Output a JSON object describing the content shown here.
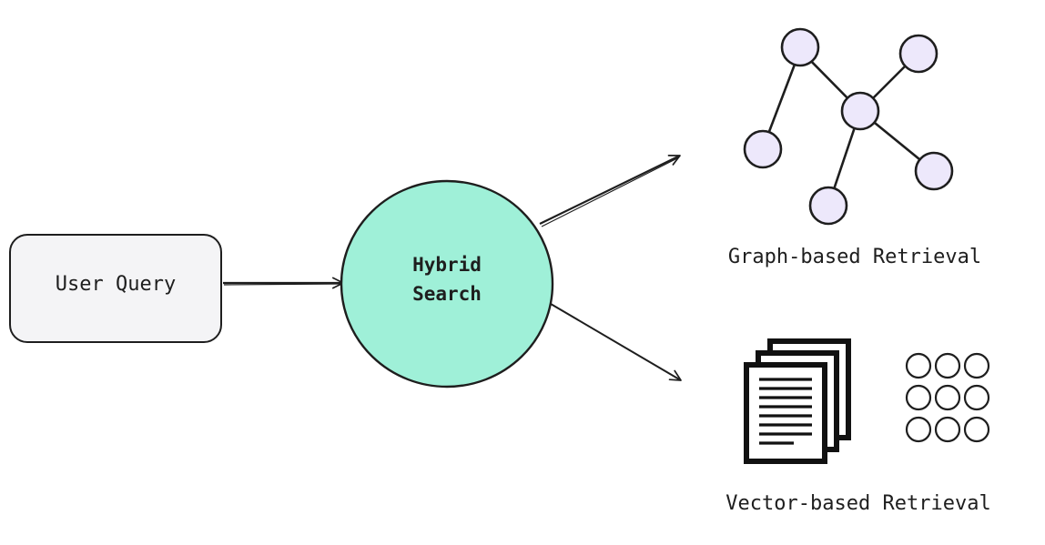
{
  "diagram": {
    "nodes": {
      "user_query": {
        "label": "User Query"
      },
      "hybrid_search": {
        "label_line1": "Hybrid",
        "label_line2": "Search",
        "fill": "#9ff0d8"
      },
      "graph_retrieval": {
        "label": "Graph-based Retrieval",
        "node_fill": "#ede8fb"
      },
      "vector_retrieval": {
        "label": "Vector-based Retrieval"
      }
    },
    "edges": [
      {
        "from": "user_query",
        "to": "hybrid_search"
      },
      {
        "from": "hybrid_search",
        "to": "graph_retrieval"
      },
      {
        "from": "hybrid_search",
        "to": "vector_retrieval"
      }
    ],
    "icons": [
      "graph-network-icon",
      "documents-stack-icon",
      "vector-grid-icon"
    ],
    "colors": {
      "stroke": "#1e1e1e",
      "box_fill": "#f4f4f6",
      "hub_fill": "#9ff0d8",
      "graph_node_fill": "#ede8fb"
    }
  }
}
